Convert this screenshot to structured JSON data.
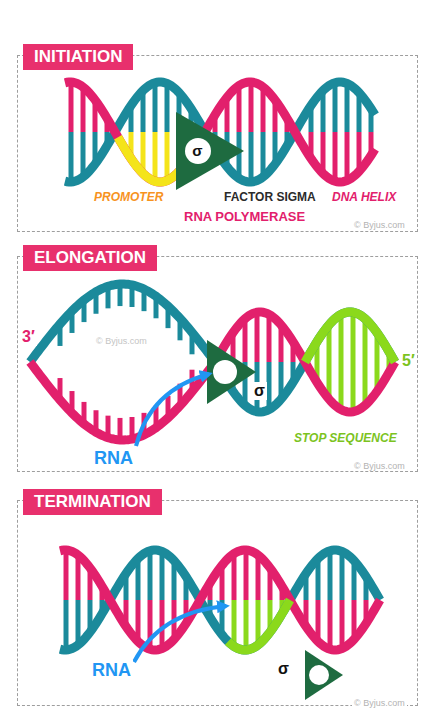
{
  "diagram": {
    "nodes": [
      {
        "text": [
          "INITIATION"
        ]
      },
      {
        "text": [
          "σ"
        ],
        "in": 0
      },
      {
        "text": [
          "ELONGATION"
        ]
      },
      {
        "text": [
          "TERMINATION"
        ]
      }
    ],
    "labels": [
      "PROMOTER",
      "FACTOR SIGMA",
      "DNA HELIX",
      "RNA POLYMERASE",
      "© Byjus.com",
      "3′",
      "5′",
      "© Byjus.com",
      "RNA",
      "σ",
      "STOP SEQUENCE",
      "© Byjus.com",
      "RNA",
      "σ",
      "© Byjus.com"
    ]
  }
}
